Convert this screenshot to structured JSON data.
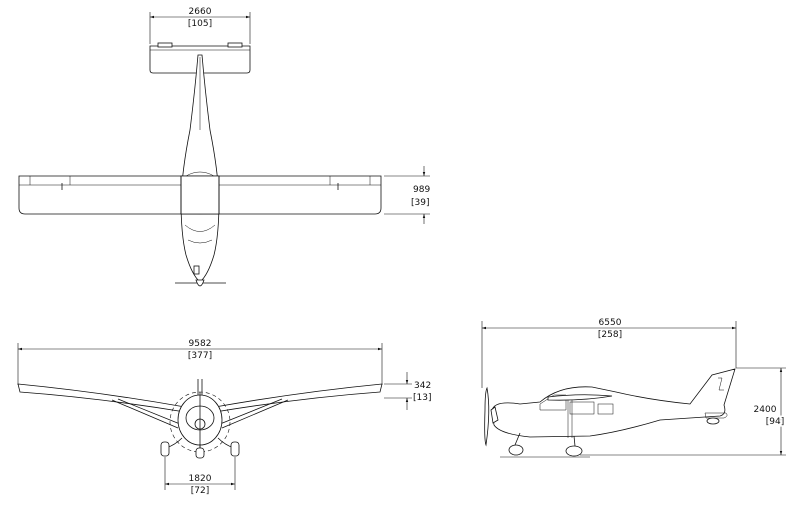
{
  "dimensions": {
    "tail_span": {
      "mm": "2660",
      "in": "[105]"
    },
    "wing_chord": {
      "mm": "989",
      "in": "[39]"
    },
    "wing_span": {
      "mm": "9582",
      "in": "[377]"
    },
    "dihedral_rise": {
      "mm": "342",
      "in": "[13]"
    },
    "wheel_track": {
      "mm": "1820",
      "in": "[72]"
    },
    "length": {
      "mm": "6550",
      "in": "[258]"
    },
    "height": {
      "mm": "2400",
      "in": "[94]"
    }
  }
}
